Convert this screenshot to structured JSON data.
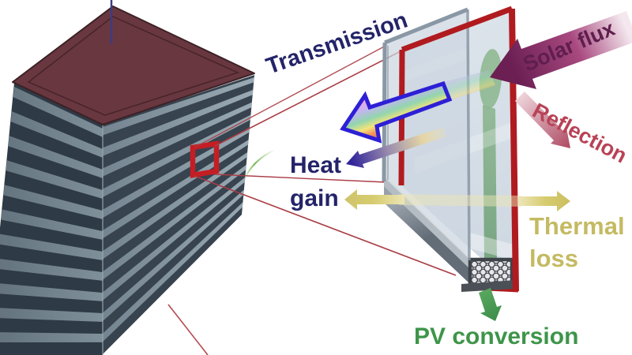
{
  "figure": {
    "description": "Cutaway diagram of a building facade window showing energy flows through a photovoltaic double-glazed window"
  },
  "labels": {
    "transmission": "Transmission",
    "solar_flux": "Solar flux",
    "reflection": "Reflection",
    "heat_gain_line1": "Heat",
    "heat_gain_line2": "gain",
    "thermal_loss_line1": "Thermal",
    "thermal_loss_line2": "loss",
    "pv_conversion": "PV conversion"
  },
  "colors": {
    "transmission_text": "#232468",
    "heat_gain_text": "#232468",
    "solar_flux_text": "#5f1e4e",
    "reflection_text": "#b84356",
    "thermal_loss_text": "#c4ba62",
    "pv_conversion_text": "#3e9549",
    "window_frame_red": "#b01b1f",
    "window_frame_gray": "#8a98a5",
    "highlight_square_red": "#c41e24",
    "roof_maroon": "#693740",
    "facade_dark": "#37434f",
    "pv_element_green": "#8fb992",
    "transmission_arrow_blue": "#2d1fd6",
    "thermal_arrow_yellow": "#d6cc6f",
    "pv_arrow_green": "#4f9d57"
  }
}
